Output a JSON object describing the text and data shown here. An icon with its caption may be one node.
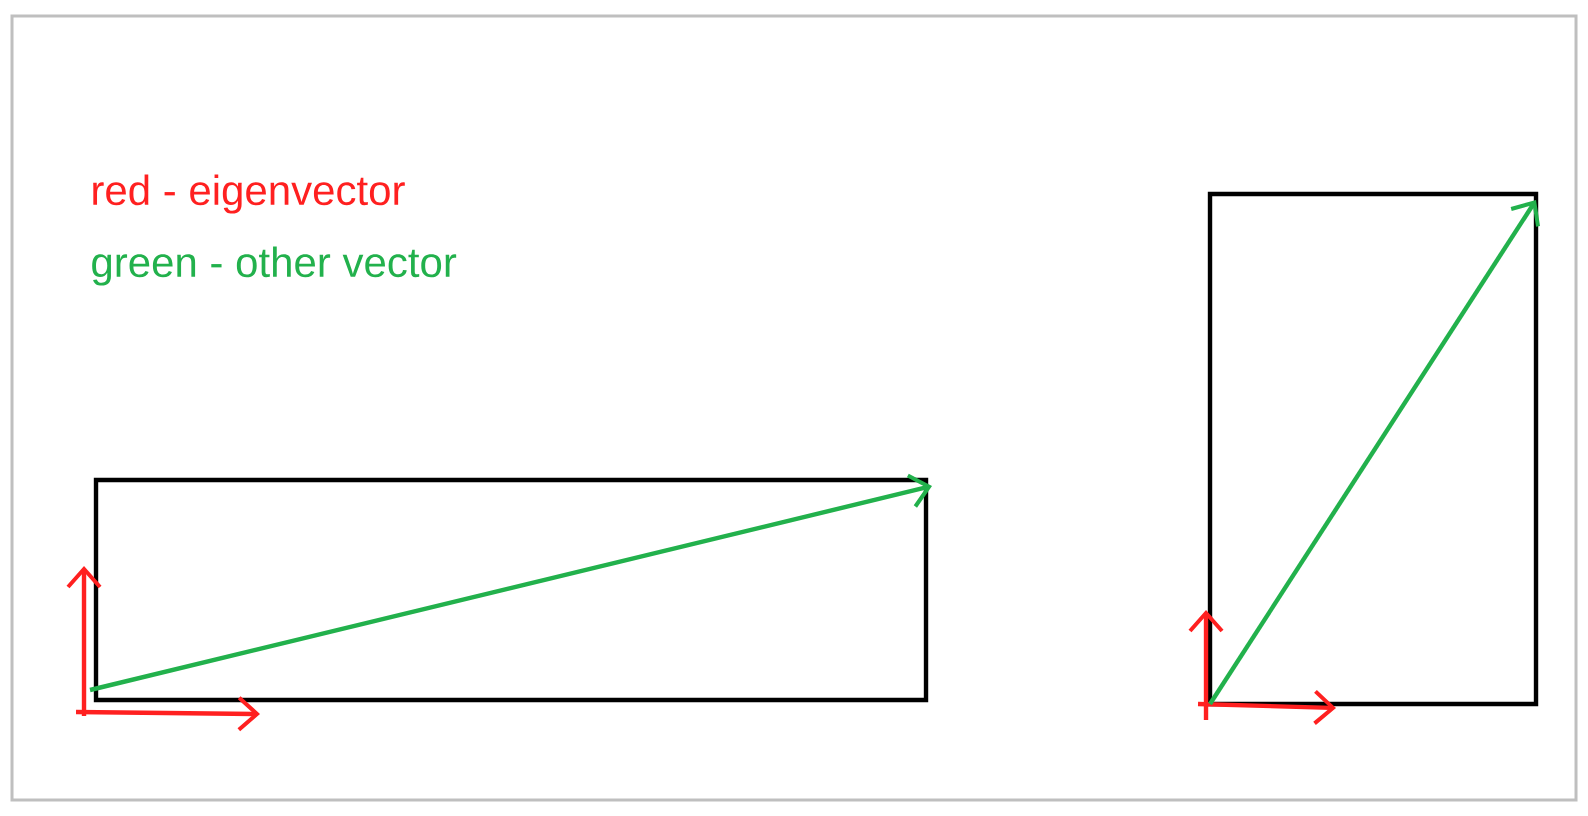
{
  "diagram": {
    "nodes": [
      {
        "text": [],
        "shape": "box"
      },
      {
        "text": [],
        "shape": "box"
      }
    ],
    "labels": [
      "red - eigenvector",
      "green - other vector"
    ]
  }
}
